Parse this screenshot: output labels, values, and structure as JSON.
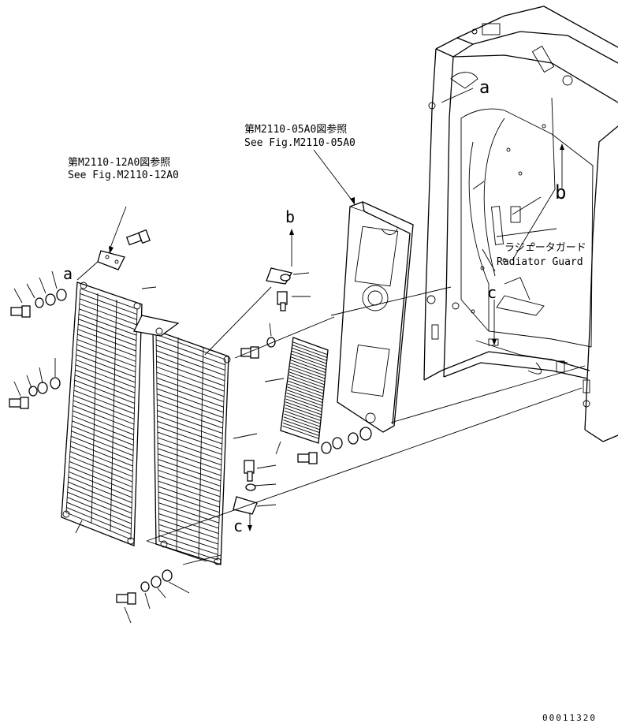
{
  "references": {
    "left": {
      "jp": "第M2110-12A0図参照",
      "en": "See Fig.M2110-12A0"
    },
    "center": {
      "jp": "第M2110-05A0図参照",
      "en": "See Fig.M2110-05A0"
    }
  },
  "part_label": {
    "jp": "ラジェータガード",
    "en": "Radiator Guard"
  },
  "markers": {
    "a": "a",
    "b": "b",
    "c": "c"
  },
  "drawing_number": "00011320"
}
